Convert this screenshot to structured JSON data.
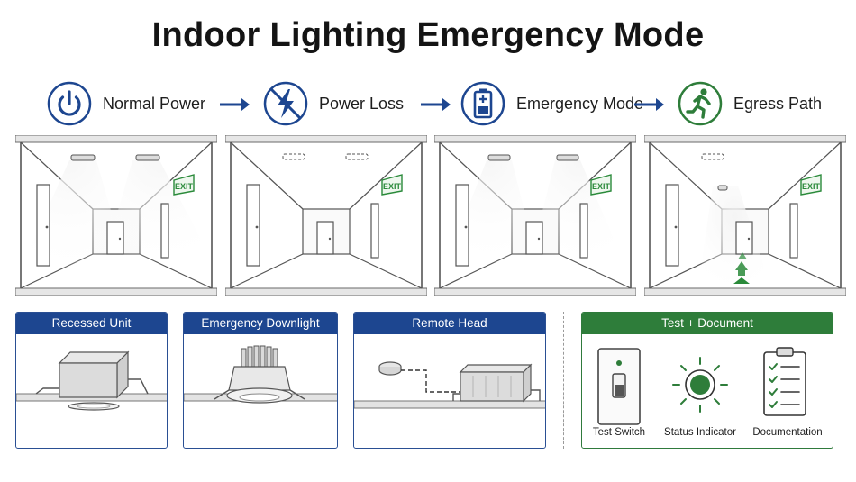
{
  "title": "Indoor Lighting Emergency Mode",
  "steps": [
    {
      "label": "Normal Power",
      "icon": "power-icon"
    },
    {
      "label": "Power Loss",
      "icon": "power-loss-icon"
    },
    {
      "label": "Emergency Mode",
      "icon": "battery-icon"
    },
    {
      "label": "Egress Path",
      "icon": "running-exit-icon"
    }
  ],
  "exit_sign_text": "EXIT",
  "cards": [
    {
      "label": "Recessed Unit"
    },
    {
      "label": "Emergency Downlight"
    },
    {
      "label": "Remote Head"
    }
  ],
  "test_card": {
    "label": "Test + Document",
    "items": [
      {
        "label": "Test Switch",
        "icon": "switch-icon"
      },
      {
        "label": "Status Indicator",
        "icon": "status-indicator-icon"
      },
      {
        "label": "Documentation",
        "icon": "clipboard-icon"
      }
    ]
  },
  "colors": {
    "blue": "#1d4690",
    "green": "#2e7d3a",
    "exit_green": "#2a8a3a"
  }
}
